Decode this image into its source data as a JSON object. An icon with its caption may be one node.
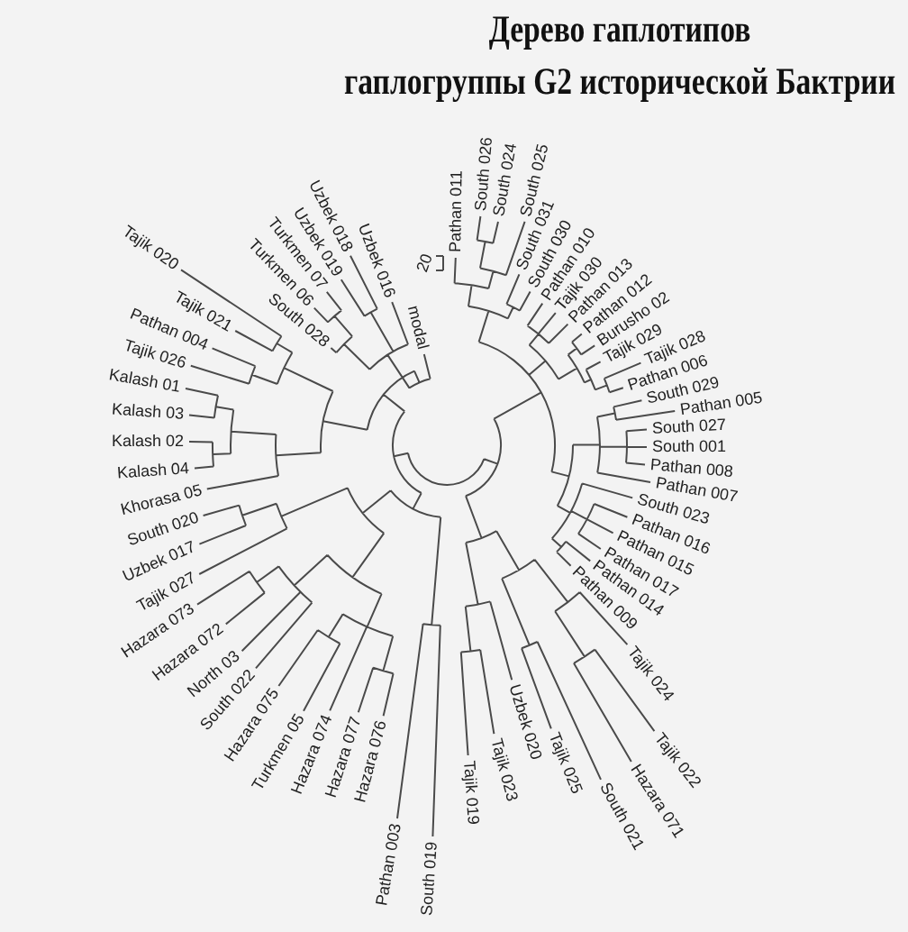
{
  "diagram": {
    "title": "Дерево гаплотипов гаплогруппы G2 исторической Бактрии",
    "labels": [
      "Pathan 011",
      "South 026",
      "South 024",
      "South 025",
      "South 031",
      "South 030",
      "Pathan 010",
      "Tajik 030",
      "Pathan 013",
      "Pathan 012",
      "Burusho 02",
      "Tajik 029",
      "Tajik 028",
      "Pathan 006",
      "South 029",
      "Pathan 005",
      "South 027",
      "South 001",
      "Pathan 008",
      "Pathan 007",
      "South 023",
      "Pathan 016",
      "Pathan 015",
      "Pathan 017",
      "Pathan 014",
      "Pathan 009",
      "Tajik 024",
      "Tajik 022",
      "Hazara 071",
      "South 021",
      "Tajik 025",
      "Uzbek 020",
      "Tajik 019",
      "Tajik 023",
      "Pathan 003",
      "South 019",
      "Hazara 076",
      "Hazara 077",
      "Hazara 074",
      "Turkmen 05",
      "Hazara 075",
      "South 022",
      "North 03",
      "Hazara 072",
      "Hazara 073",
      "Tajik 027",
      "Uzbek 017",
      "South 020",
      "Khorasa 05",
      "Kalash 04",
      "Kalash 02",
      "Kalash 03",
      "Kalash 01",
      "Tajik 026",
      "Pathan 004",
      "Tajik 021",
      "Tajik 020",
      "South 028",
      "Turkmen 06",
      "Turkmen 07",
      "Uzbek 019",
      "Uzbek 018",
      "Uzbek 016",
      "modal",
      "20"
    ]
  }
}
